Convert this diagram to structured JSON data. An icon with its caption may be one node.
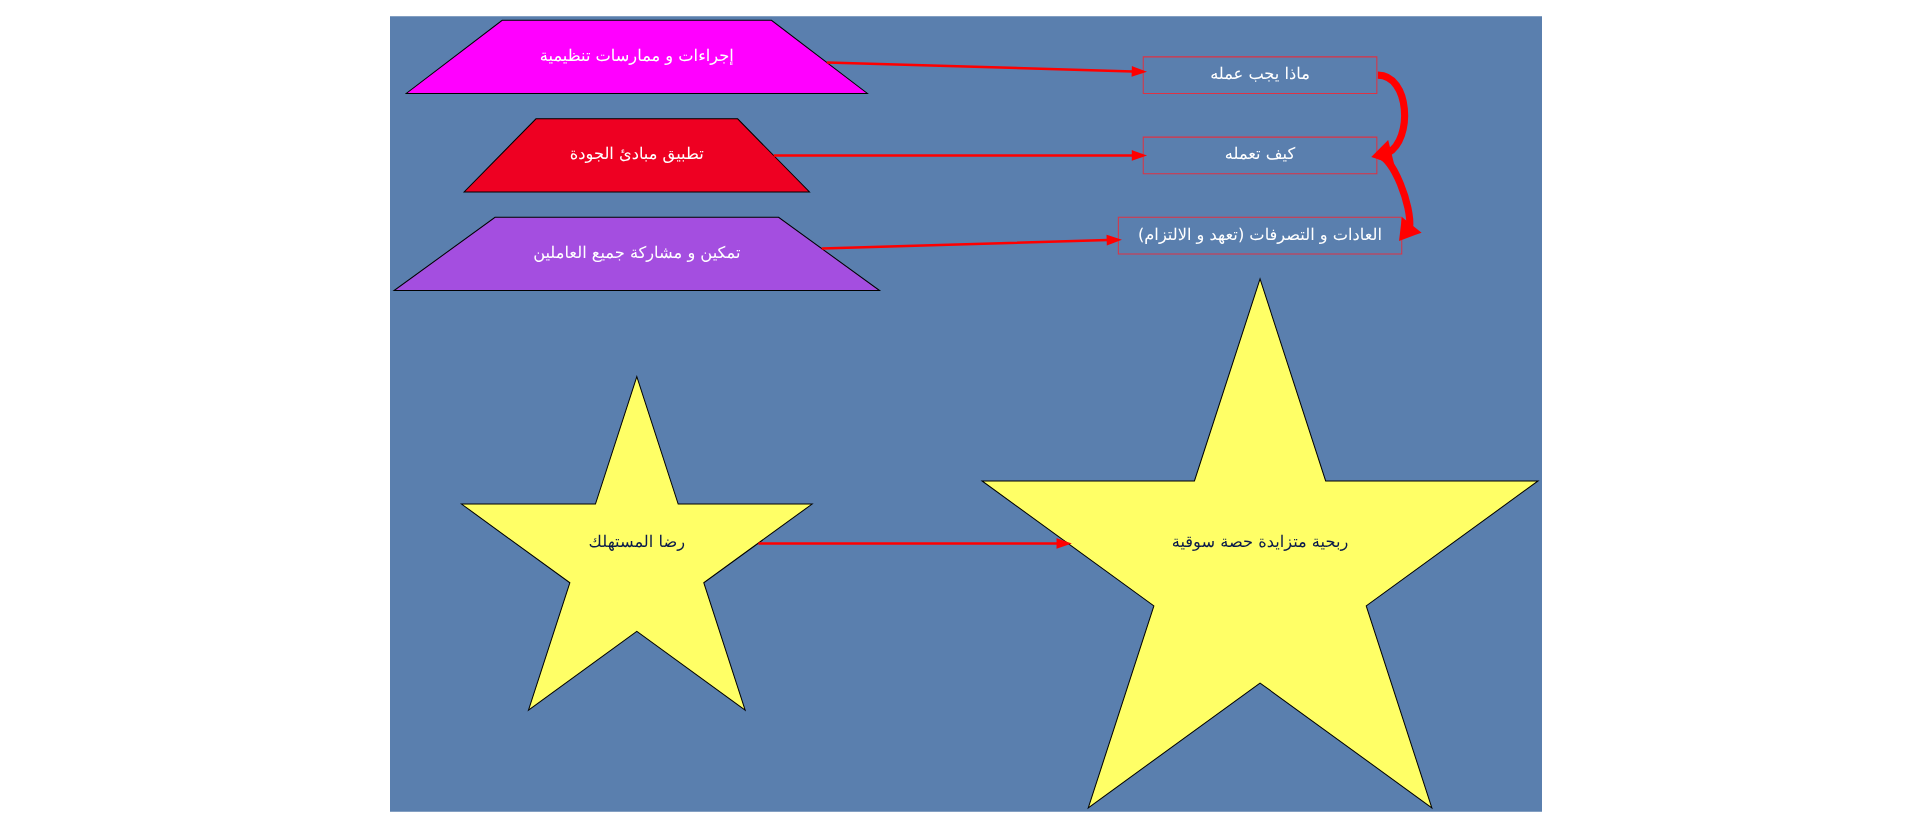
{
  "diagram": {
    "nodes": [
      {
        "text": [
          "رضا المستهلك"
        ]
      },
      {
        "text": [
          "ربحية متزايدة حصة سوقية"
        ]
      },
      {
        "text": [
          "تمكين و مشاركة جميع العاملين"
        ]
      },
      {
        "text": [
          "تطبيق مبادئ الجودة"
        ]
      },
      {
        "text": [
          "إجراءات و ممارسات تنظيمية"
        ]
      },
      {
        "text": [
          "العادات و التصرفات (تعهد و الالتزام)"
        ]
      },
      {
        "text": [
          "كيف تعمله"
        ]
      },
      {
        "text": [
          "ماذا يجب عمله"
        ]
      }
    ],
    "edges": [
      {
        "from": 0,
        "to": 1,
        "arrow": "to"
      },
      {
        "from": 2,
        "to": 5,
        "arrow": "to"
      },
      {
        "from": 3,
        "to": 6,
        "arrow": "to"
      },
      {
        "from": 4,
        "to": 7,
        "arrow": "to"
      },
      {
        "from": 6,
        "to": 5,
        "arrow": "to",
        "style": "thick"
      },
      {
        "from": 7,
        "to": 6,
        "arrow": "to",
        "style": "thick"
      }
    ]
  }
}
